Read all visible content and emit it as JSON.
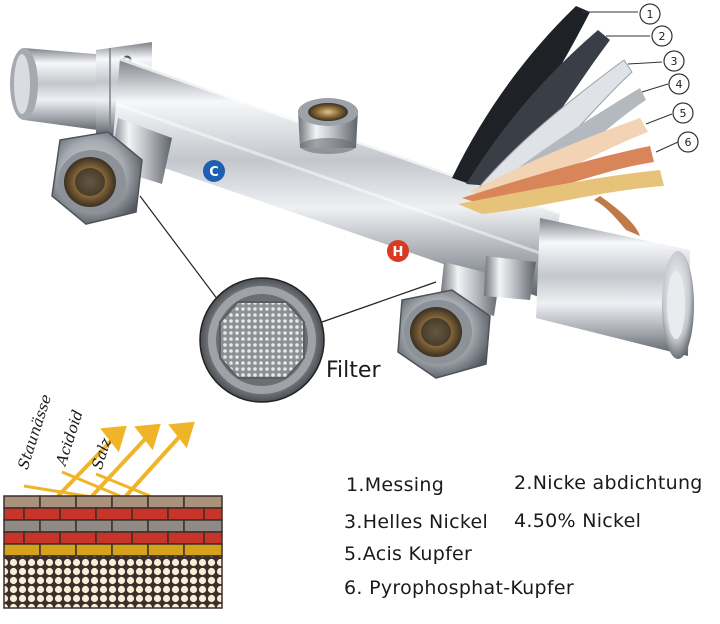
{
  "markers": {
    "cold": "C",
    "hot": "H"
  },
  "layer_callouts": [
    "1",
    "2",
    "3",
    "4",
    "5",
    "6"
  ],
  "filter_label": "Filter",
  "stress_labels": [
    "Staunässe",
    "Acidoid",
    "Salz"
  ],
  "legend": {
    "item1": "1.Messing",
    "item2": "2.Nicke abdichtung",
    "item3": "3.Helles Nickel",
    "item4": "4.50% Nickel",
    "item5": "5.Acis Kupfer",
    "item6": "6. Pyrophosphat-Kupfer"
  },
  "colors": {
    "chrome_light": "#f4f5f7",
    "chrome_mid": "#b9bdc3",
    "chrome_dark": "#5d6168",
    "cold_blue": "#1d5fb0",
    "hot_red": "#d83a24",
    "copper": "#d9855a",
    "brass": "#e7c37a",
    "arrow_gold": "#f0b428",
    "wall_red": "#c8342a",
    "wall_yellow": "#d6a21c",
    "wall_dark": "#3a2f2a"
  }
}
